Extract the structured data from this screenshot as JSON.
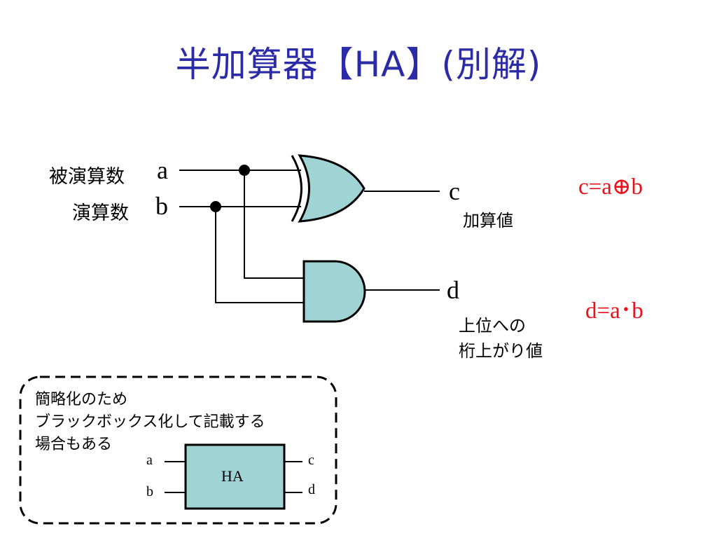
{
  "title": "半加算器【HA】(別解)",
  "inputs": {
    "a": {
      "caption": "被演算数",
      "signal": "a"
    },
    "b": {
      "caption": "演算数",
      "signal": "b"
    }
  },
  "outputs": {
    "c": {
      "signal": "c",
      "caption": "加算値",
      "formula": "c=a⊕b"
    },
    "d": {
      "signal": "d",
      "caption_lines": [
        "上位への",
        "桁上がり値"
      ],
      "formula": "d=a･b"
    }
  },
  "note": {
    "lines": [
      "簡略化のため",
      "ブラックボックス化して記載する",
      "場合もある"
    ]
  },
  "ha_box": {
    "label": "HA",
    "pins": {
      "a": "a",
      "b": "b",
      "c": "c",
      "d": "d"
    }
  },
  "colors": {
    "title": "#2b2ba8",
    "gate_fill": "#9fd3d4",
    "formula": "#e8121b",
    "wire": "#000000"
  },
  "gates": {
    "xor": "xor-gate",
    "and": "and-gate",
    "ha": "black-box"
  }
}
